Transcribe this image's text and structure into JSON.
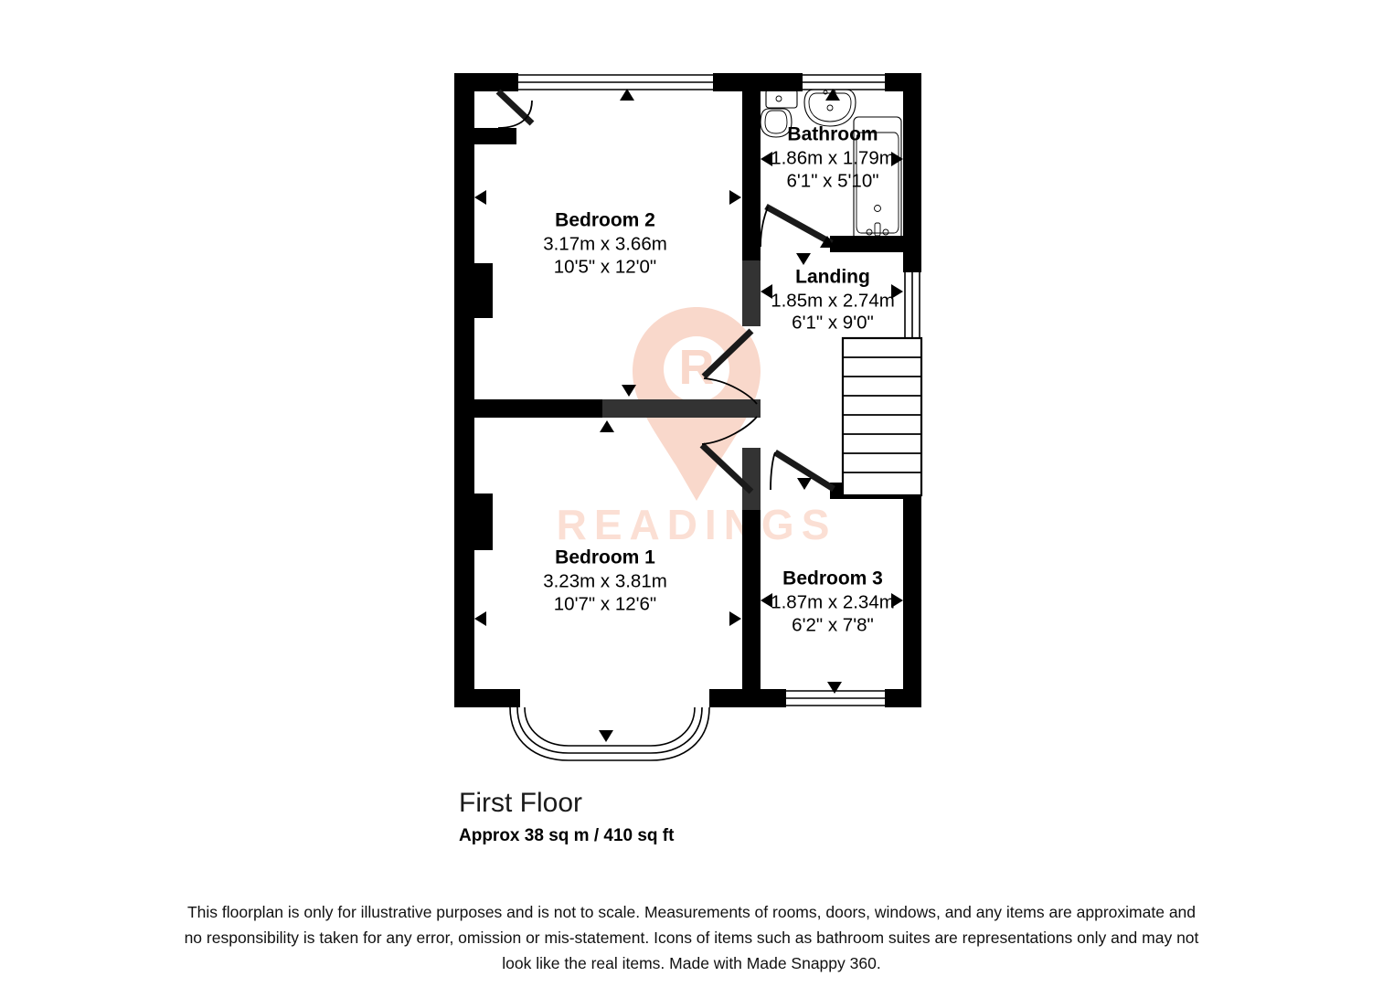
{
  "plan": {
    "title": "First Floor",
    "area": "Approx 38 sq m / 410 sq ft",
    "disclaimer": "This floorplan is only for illustrative purposes and is not to scale. Measurements of rooms, doors, windows, and any items are approximate and no responsibility is taken for any error, omission or mis-statement. Icons of items such as bathroom suites are representations only and may not look like the real items. Made with Made Snappy 360.",
    "background": "#ffffff",
    "wall_color": "#000000",
    "wall_inner_color": "#333333"
  },
  "watermark": {
    "letter": "R",
    "brand": "READINGS",
    "color": "#f9d8cb"
  },
  "rooms": [
    {
      "id": "bedroom-2",
      "name": "Bedroom 2",
      "metric": "3.17m x 3.66m",
      "imperial": "10'5\" x 12'0\""
    },
    {
      "id": "bathroom",
      "name": "Bathroom",
      "metric": "1.86m x 1.79m",
      "imperial": "6'1\" x 5'10\""
    },
    {
      "id": "landing",
      "name": "Landing",
      "metric": "1.85m x 2.74m",
      "imperial": "6'1\" x 9'0\""
    },
    {
      "id": "bedroom-1",
      "name": "Bedroom 1",
      "metric": "3.23m x 3.81m",
      "imperial": "10'7\" x 12'6\""
    },
    {
      "id": "bedroom-3",
      "name": "Bedroom 3",
      "metric": "1.87m x 2.34m",
      "imperial": "6'2\" x 7'8\""
    }
  ],
  "fixtures": [
    {
      "id": "toilet",
      "icon": "toilet-icon",
      "room": "bathroom"
    },
    {
      "id": "basin",
      "icon": "sink-icon",
      "room": "bathroom"
    },
    {
      "id": "bathtub",
      "icon": "bathtub-icon",
      "room": "bathroom"
    },
    {
      "id": "staircase",
      "icon": "stairs-icon",
      "room": "landing",
      "steps": 8
    }
  ],
  "openings": [
    {
      "id": "window-bedroom2-north",
      "type": "window"
    },
    {
      "id": "window-bathroom-north",
      "type": "window"
    },
    {
      "id": "window-landing-east",
      "type": "window"
    },
    {
      "id": "window-bedroom3-south",
      "type": "window"
    },
    {
      "id": "bay-window-bedroom1-south",
      "type": "bay-window"
    },
    {
      "id": "door-bedroom2",
      "type": "door"
    },
    {
      "id": "door-bathroom",
      "type": "door"
    },
    {
      "id": "door-landing-bedroom2",
      "type": "door"
    },
    {
      "id": "door-landing-bedroom1",
      "type": "door"
    },
    {
      "id": "door-bedroom3",
      "type": "door"
    }
  ]
}
